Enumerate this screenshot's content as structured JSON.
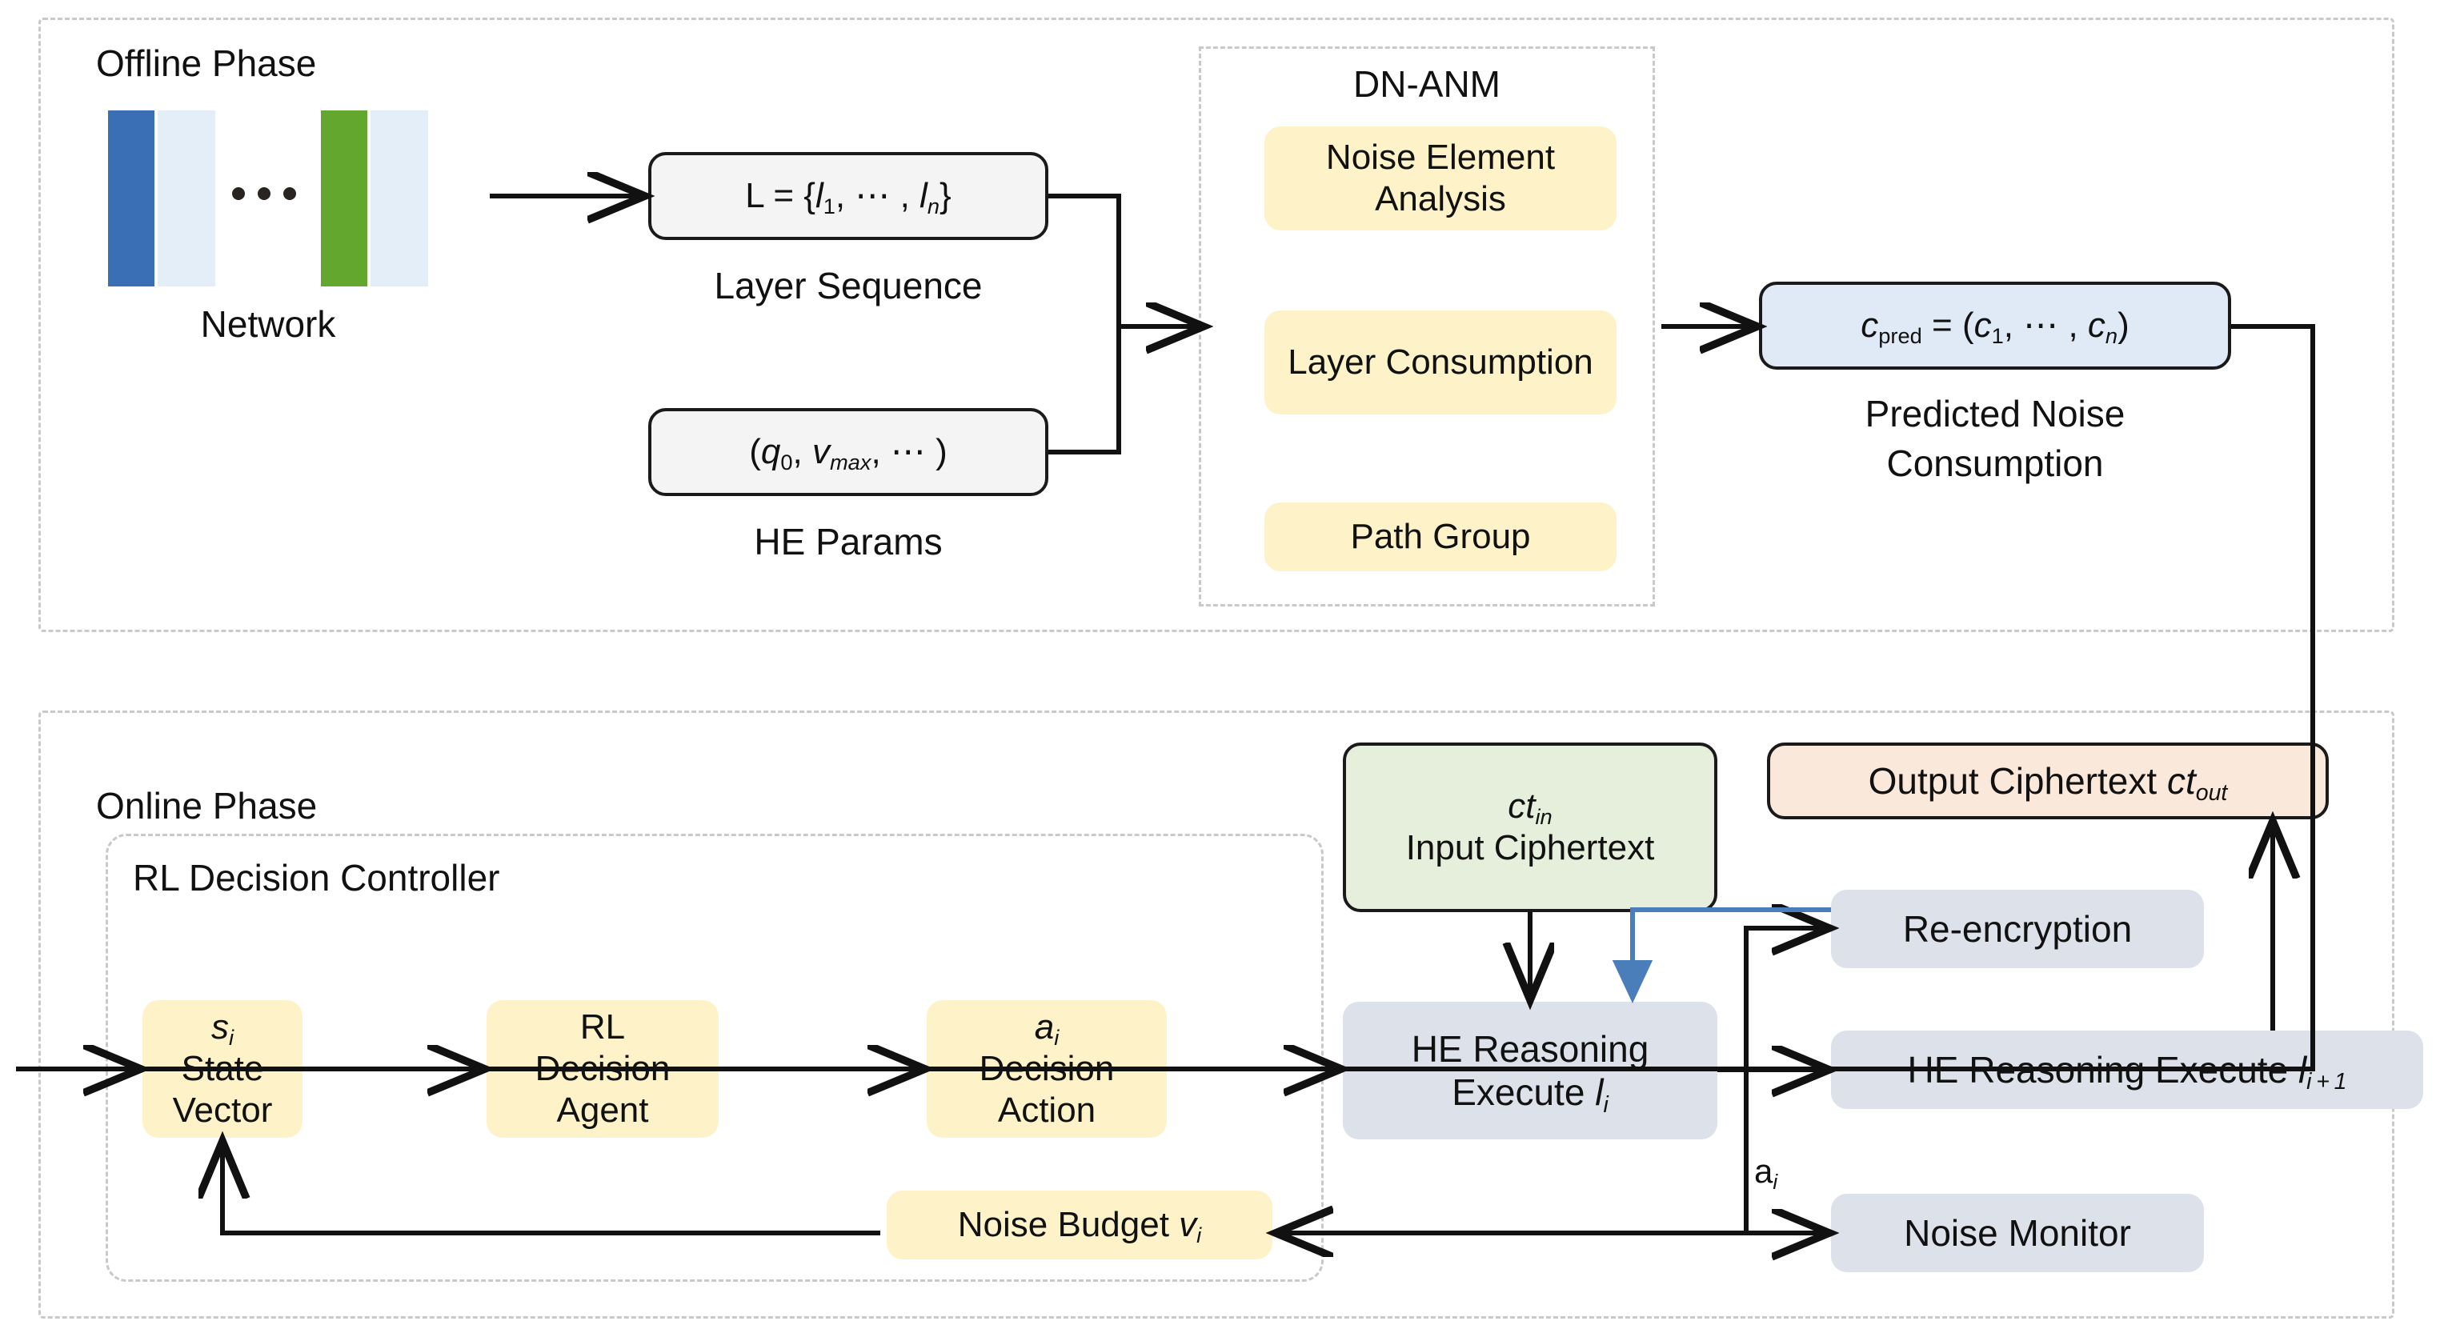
{
  "diagram": {
    "title_offline": "Offline Phase",
    "title_online": "Online Phase",
    "colors": {
      "yellow": "#fdf2c8",
      "grey_blue": "#dde1ea",
      "light_blue": "#dfeaf6",
      "green": "#e6efdb",
      "orange": "#fae8da",
      "dashed_border": "#c9c9c9",
      "arrow_black": "#111111",
      "arrow_blue": "#4a7ebb",
      "bar_blue": "#3a6fb5",
      "bar_green": "#63a72f",
      "bar_pale": "#e3eef8"
    }
  },
  "offline": {
    "label": "Offline Phase",
    "network": {
      "caption": "Network",
      "bars": [
        "blue",
        "pale",
        "gap",
        "green",
        "pale"
      ],
      "ellipsis": "• • •"
    },
    "layer_sequence": {
      "formula_prefix": "L = {",
      "formula": "L = {l₁, ⋯ , lₙ}",
      "caption": "Layer Sequence"
    },
    "he_params": {
      "formula": "(q₀, v_max, ⋯ )",
      "caption": "HE Params"
    },
    "dn_anm": {
      "title": "DN-ANM",
      "items": [
        "Noise Element Analysis",
        "Layer Consumption",
        "Path Group"
      ]
    },
    "predicted": {
      "formula": "c_pred = (c₁, ⋯ , cₙ)",
      "caption_line1": "Predicted Noise",
      "caption_line2": "Consumption"
    }
  },
  "online": {
    "label": "Online Phase",
    "controller": {
      "title": "RL Decision Controller",
      "state_vector": {
        "symbol": "sᵢ",
        "label": "State Vector"
      },
      "agent": {
        "line1": "RL",
        "line2": "Decision Agent"
      },
      "action": {
        "symbol": "aᵢ",
        "label": "Decision Action"
      },
      "noise_budget": "Noise Budget vᵢ"
    },
    "input_ciphertext": {
      "symbol": "ct_in",
      "label": "Input Ciphertext"
    },
    "output_ciphertext": {
      "label": "Output Ciphertext ct_out"
    },
    "he_exec_i": {
      "line1": "HE Reasoning",
      "line2": "Execute lᵢ"
    },
    "reencryption": "Re-encryption",
    "he_exec_i1": "HE Reasoning Execute lᵢ₊₁",
    "noise_monitor": "Noise Monitor",
    "edge_label_a": "aᵢ"
  }
}
